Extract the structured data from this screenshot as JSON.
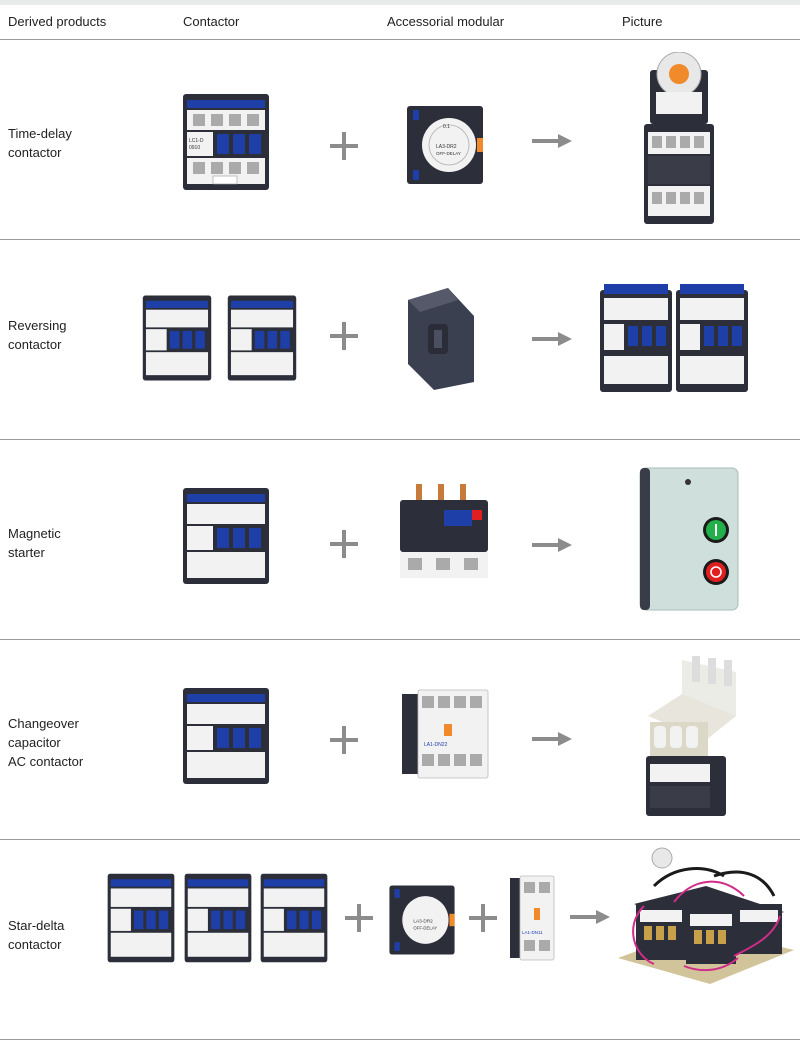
{
  "header": {
    "col_derived": "Derived products",
    "col_contactor": "Contactor",
    "col_accessory": "Accessorial modular",
    "col_picture": "Picture"
  },
  "rows": [
    {
      "label_lines": [
        "Time-delay",
        "contactor"
      ],
      "contactor_count": 1,
      "accessories": [
        "time-delay-module"
      ],
      "result": "time-delay-contactor"
    },
    {
      "label_lines": [
        "Reversing",
        "contactor"
      ],
      "contactor_count": 2,
      "accessories": [
        "mechanical-interlock"
      ],
      "result": "reversing-contactor"
    },
    {
      "label_lines": [
        "Magnetic",
        "starter"
      ],
      "contactor_count": 1,
      "accessories": [
        "thermal-overload-relay"
      ],
      "result": "magnetic-starter-enclosure"
    },
    {
      "label_lines": [
        "Changeover",
        "capacitor",
        "AC contactor"
      ],
      "contactor_count": 1,
      "accessories": [
        "auxiliary-contact-block"
      ],
      "result": "capacitor-contactor"
    },
    {
      "label_lines": [
        "Star-delta",
        "contactor"
      ],
      "contactor_count": 3,
      "accessories": [
        "time-delay-module",
        "auxiliary-contact-block"
      ],
      "result": "star-delta-assembly"
    }
  ],
  "labels": {
    "contactor_model": "LC1-D",
    "contactor_sub": "0910",
    "timer_model": "LA3-DR2",
    "timer_text": "OFF-DELAY",
    "aux_model": "LA1-DN22",
    "aux_model_small": "LA1-DN11",
    "timer_scale": "0.1"
  },
  "colors": {
    "contactor_body": "#2c2f3a",
    "contactor_blue": "#1f3fa8",
    "contactor_white": "#f2f2f2",
    "operator_gray": "#8c8c8c",
    "rule_line": "#9a9a9a",
    "enclosure_green": "#cfe0dc",
    "button_green": "#22b04a",
    "button_red": "#e02020",
    "accent_orange": "#f08a2a"
  }
}
